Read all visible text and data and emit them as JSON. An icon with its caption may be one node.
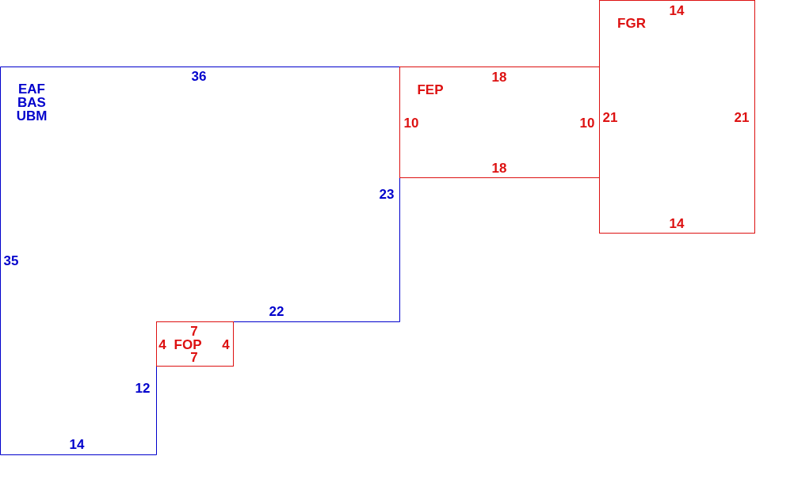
{
  "diagram": {
    "nodes": [
      {
        "text": [
          "EAF",
          "BAS",
          "UBM",
          "36",
          "23",
          "22",
          "12",
          "14",
          "35"
        ]
      },
      {
        "text": [
          "FEP",
          "18",
          "10",
          "10",
          "18"
        ]
      },
      {
        "text": [
          "FGR",
          "14",
          "21",
          "21",
          "14"
        ]
      },
      {
        "text": [
          "FOP",
          "7",
          "4",
          "4",
          "7"
        ]
      }
    ]
  }
}
